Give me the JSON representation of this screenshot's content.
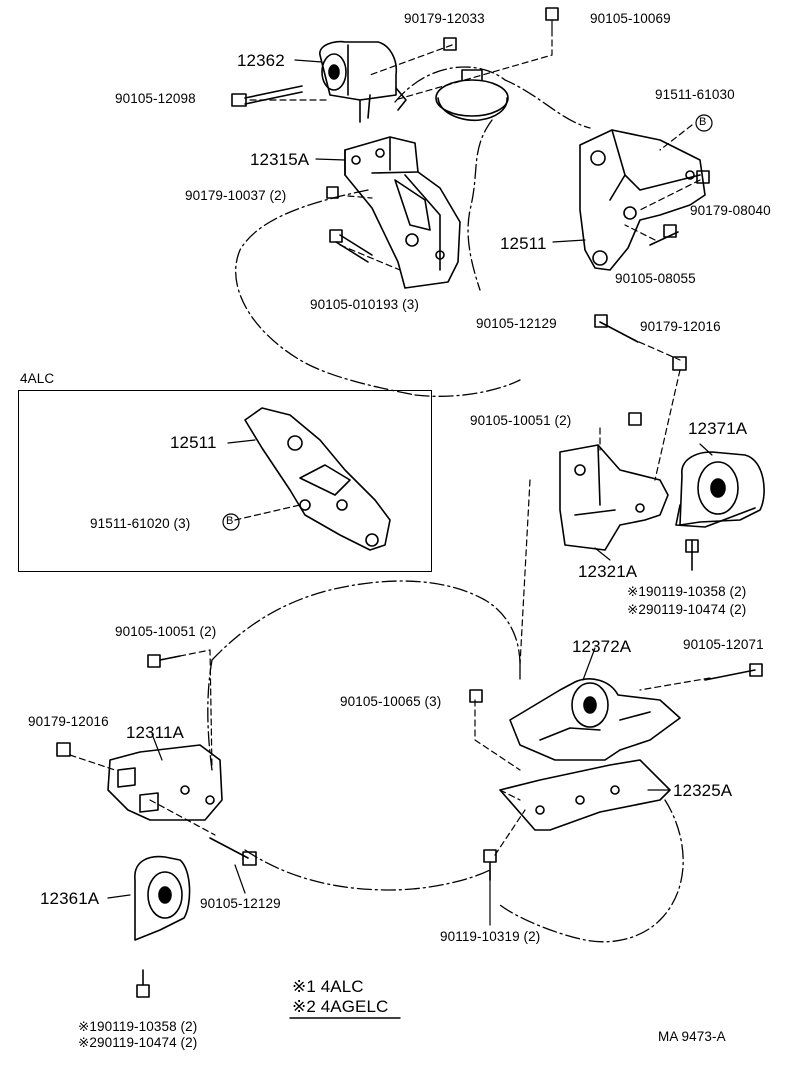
{
  "diagram": {
    "reference": "MA  9473-A",
    "inset_title": "4ALC",
    "legend": {
      "line1": "※1 4ALC",
      "line2": "※2 4AGELC"
    },
    "parts": {
      "p12362": "12362",
      "p12315A": "12315A",
      "p12511_top": "12511",
      "p12511_inset": "12511",
      "p12371A": "12371A",
      "p12321A": "12321A",
      "p12372A": "12372A",
      "p12311A": "12311A",
      "p12325A": "12325A",
      "p12361A": "12361A"
    },
    "fasteners": {
      "f90179_12033": "90179-12033",
      "f90105_10069": "90105-10069",
      "f90105_12098": "90105-12098",
      "f91511_61030": "91511-61030",
      "f90179_10037": "90179-10037 (2)",
      "f90179_08040": "90179-08040",
      "f90105_08055": "90105-08055",
      "f90105_010193": "90105-010193 (3)",
      "f90105_12129_top": "90105-12129",
      "f90179_12016_right": "90179-12016",
      "f90105_10051_right": "90105-10051 (2)",
      "f91511_61020": "91511-61020 (3)",
      "f_right_note1": "※190119-10358 (2)",
      "f_right_note2": "※290119-10474 (2)",
      "f90105_10051_left": "90105-10051 (2)",
      "f90105_12071": "90105-12071",
      "f90105_10065": "90105-10065 (3)",
      "f90179_12016_left": "90179-12016",
      "f90105_12129_bottom": "90105-12129",
      "f90119_10319": "90119-10319 (2)",
      "f_left_note1": "※190119-10358 (2)",
      "f_left_note2": "※290119-10474 (2)"
    },
    "b_marker": "B"
  }
}
